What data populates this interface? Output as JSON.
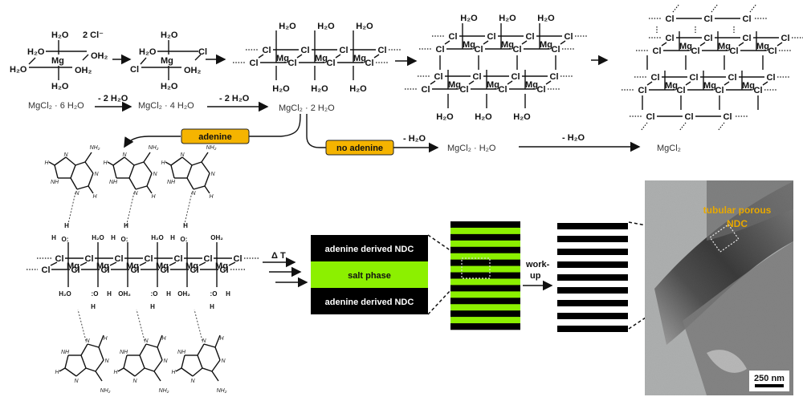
{
  "scheme": {
    "top_row": {
      "hexahydrate": {
        "counter_ion": "2 Cl⁻",
        "ligands": [
          "H₂O",
          "H₂O",
          "OH₂",
          "H₂O",
          "OH₂",
          "H₂O"
        ],
        "center": "Mg"
      },
      "tetrahydrate": {
        "ligands": [
          "H₂O",
          "H₂O",
          "Cl",
          "Cl",
          "OH₂",
          "H₂O"
        ],
        "center": "Mg"
      },
      "formulas": [
        "MgCl₂ · 6 H₂O",
        "MgCl₂ · 4 H₂O",
        "MgCl₂ · 2 H₂O"
      ],
      "step_labels": [
        "- 2 H₂O",
        "- 2 H₂O"
      ]
    },
    "branch": {
      "adenine_label": "adenine",
      "no_adenine_label": "no adenine",
      "no_adenine_steps": [
        "- H₂O",
        "- H₂O"
      ],
      "no_adenine_formulas": [
        "MgCl₂ · H₂O",
        "MgCl₂"
      ]
    },
    "atoms": {
      "Mg": "Mg",
      "Cl": "Cl",
      "water": "H₂O",
      "water_r": "OH₂",
      "NH2": "NH₂",
      "N": "N",
      "NH": "NH",
      "H": "H",
      "O": "O"
    },
    "process": {
      "heat_label": "Δ T",
      "layers": [
        "adenine derived NDC",
        "salt phase",
        "adenine derived NDC"
      ],
      "workup_label": [
        "work-",
        "up"
      ],
      "tem_label": [
        "tubular porous",
        "NDC"
      ],
      "scale_bar": "250 nm"
    },
    "colors": {
      "accent_orange": "#F5B400",
      "salt_green": "#8CF000",
      "black": "#000000",
      "label_gold": "#E8A800"
    }
  }
}
